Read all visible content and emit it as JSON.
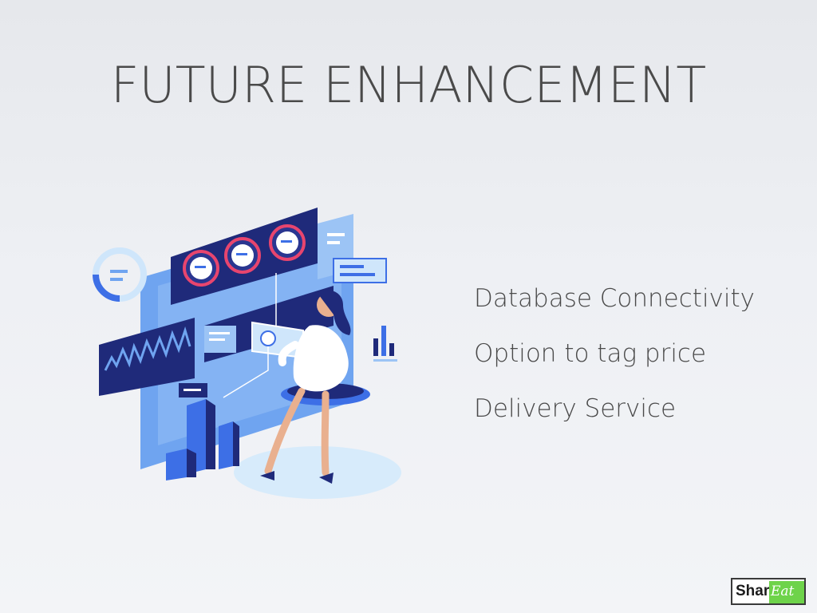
{
  "slide": {
    "title": "FUTURE ENHANCEMENT",
    "bullets": [
      "Database Connectivity",
      "Option to tag price",
      "Delivery Service"
    ]
  },
  "logo": {
    "text_main": "Shar",
    "text_script": "Eat",
    "accent_color": "#6ed34a"
  },
  "illustration": {
    "icon": "woman-using-dashboard-illustration",
    "colors": {
      "navy": "#1f2a7a",
      "blue": "#3d6fe6",
      "light_blue": "#9cc4f5",
      "pale_blue": "#cfe6fb",
      "pink": "#e8456e"
    }
  }
}
